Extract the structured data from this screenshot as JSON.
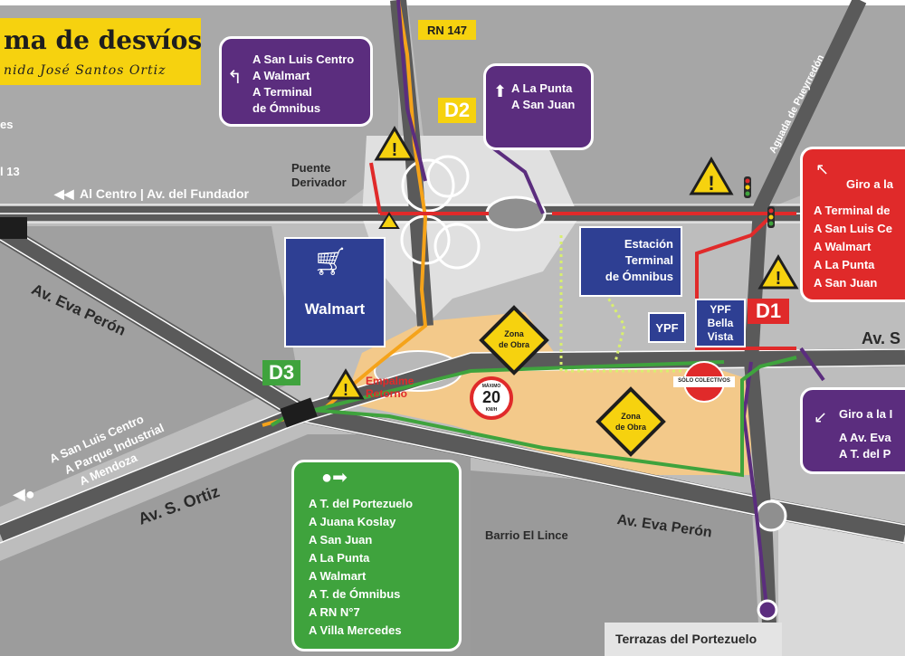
{
  "title": {
    "main": "ma de desvíos",
    "subtitle": "nida José Santos Ortiz"
  },
  "colors": {
    "purple": "#5b2d7e",
    "green": "#3fa33d",
    "red": "#e02a2a",
    "yellow": "#f6d20f",
    "blue": "#2e3f93",
    "zone": "#f3c98a"
  },
  "road_labels": {
    "rn147": "RN 147",
    "al_centro": "Al Centro | Av. del Fundador",
    "aguada": "Aguada de Pueyrredón",
    "eva_peron_left": "Av. Eva Perón",
    "eva_peron_bottom": "Av. Eva Perón",
    "s_ortiz": "Av. S. Ortiz",
    "av_s_right": "Av. S",
    "ruta_13": "l 13",
    "left_es": "es",
    "puente": "Puente",
    "derivador": "Derivador",
    "barrio": "Barrio El Lince",
    "terrazas": "Terrazas del Portezuelo"
  },
  "places": {
    "walmart": "Walmart",
    "estacion": [
      "Estación",
      "Terminal",
      "de Ómnibus"
    ],
    "ypf": "YPF",
    "ypf_bella": [
      "YPF",
      "Bella",
      "Vista"
    ],
    "empalme": [
      "Empalme",
      "Retorno"
    ],
    "zona_obra": [
      "Zona",
      "de Obra"
    ],
    "max_speed": "20",
    "max_top": "MÁXIMO",
    "max_bottom": "KM/H",
    "solo_colectivos": "SÓLO COLECTIVOS"
  },
  "detours": {
    "d1": "D1",
    "d2": "D2",
    "d3": "D3"
  },
  "callouts": {
    "purple_top_left": [
      "A San Luis Centro",
      "A Walmart",
      "A Terminal",
      "de Ómnibus"
    ],
    "purple_top_mid": [
      "A La Punta",
      "A San Juan"
    ],
    "red_right_title": "Giro a la",
    "red_right": [
      "A Terminal de",
      "A San Luis Ce",
      "A Walmart",
      "A La Punta",
      "A San Juan"
    ],
    "purple_right_title": "Giro a la I",
    "purple_right": [
      "A Av. Eva",
      "A T. del P"
    ],
    "green_bottom": [
      "A T. del Portezuelo",
      "A Juana Koslay",
      "A San Juan",
      "A La Punta",
      "A Walmart",
      "A T. de Ómnibus",
      "A RN N°7",
      "A Villa Mercedes"
    ],
    "left_white": [
      "A San Luis Centro",
      "A Parque Industrial",
      "A Mendoza"
    ]
  }
}
